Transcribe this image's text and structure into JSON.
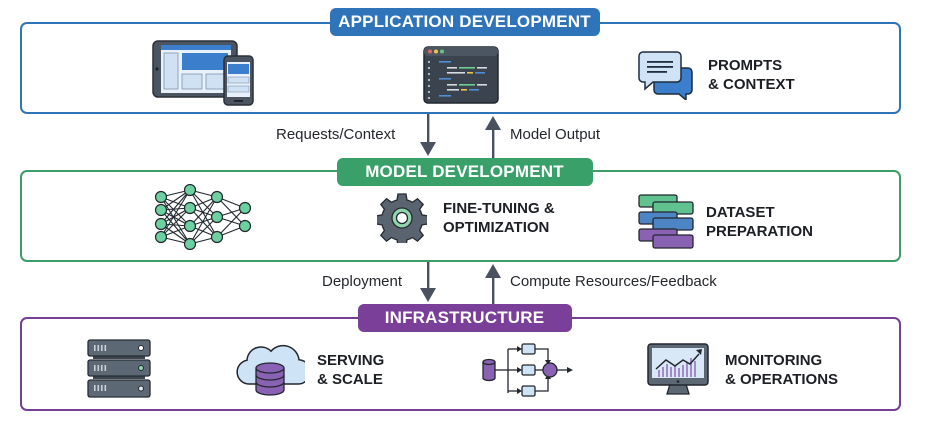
{
  "layers": {
    "application": {
      "title": "APPLICATION DEVELOPMENT",
      "color": "#2f73b9",
      "items": [
        {
          "icon": "responsive-devices-icon",
          "lines": []
        },
        {
          "icon": "code-editor-icon",
          "lines": []
        },
        {
          "icon": "chat-bubbles-icon",
          "lines": [
            "PROMPTS",
            "& CONTEXT"
          ]
        }
      ]
    },
    "model": {
      "title": "MODEL DEVELOPMENT",
      "color": "#38a068",
      "items": [
        {
          "icon": "neural-network-icon",
          "lines": []
        },
        {
          "icon": "gear-icon",
          "lines": [
            "FINE-TUNING &",
            "OPTIMIZATION"
          ]
        },
        {
          "icon": "stacked-layers-icon",
          "lines": [
            "DATASET",
            "PREPARATION"
          ]
        }
      ]
    },
    "infrastructure": {
      "title": "INFRASTRUCTURE",
      "color": "#7a3f98",
      "items": [
        {
          "icon": "server-rack-icon",
          "lines": []
        },
        {
          "icon": "cloud-database-icon",
          "lines": [
            "SERVING",
            "& SCALE"
          ]
        },
        {
          "icon": "pipeline-flow-icon",
          "lines": []
        },
        {
          "icon": "monitor-chart-icon",
          "lines": [
            "MONITORING",
            "& OPERATIONS"
          ]
        }
      ]
    }
  },
  "flows": {
    "app_model": {
      "down": "Requests/Context",
      "up": "Model Output"
    },
    "model_infra": {
      "down": "Deployment",
      "up": "Compute Resources/Feedback"
    }
  }
}
